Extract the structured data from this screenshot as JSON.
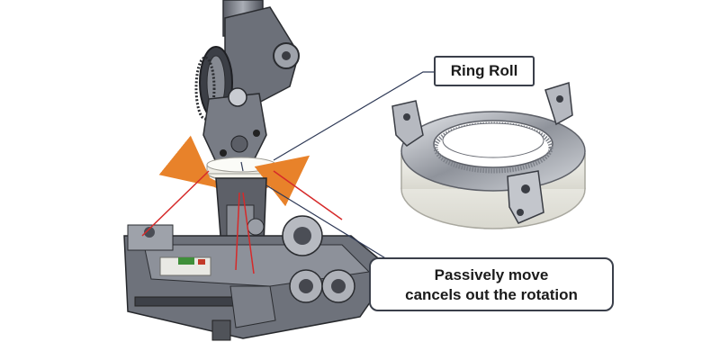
{
  "labels": {
    "ring_roll": "Ring Roll",
    "passive_line1": "Passively move",
    "passive_line2": "cancels out the rotation"
  },
  "colors": {
    "rotation_arrow": "#e8822a",
    "guide_line": "#d62a2a",
    "callout_line": "#2f3a57",
    "metal_dark": "#4a4d55",
    "metal_light": "#b9bcc3",
    "ring_body": "#ecebe4",
    "board_green": "#3f8f3a"
  },
  "icons": {
    "rotation": "curved-double-arrow-icon"
  }
}
